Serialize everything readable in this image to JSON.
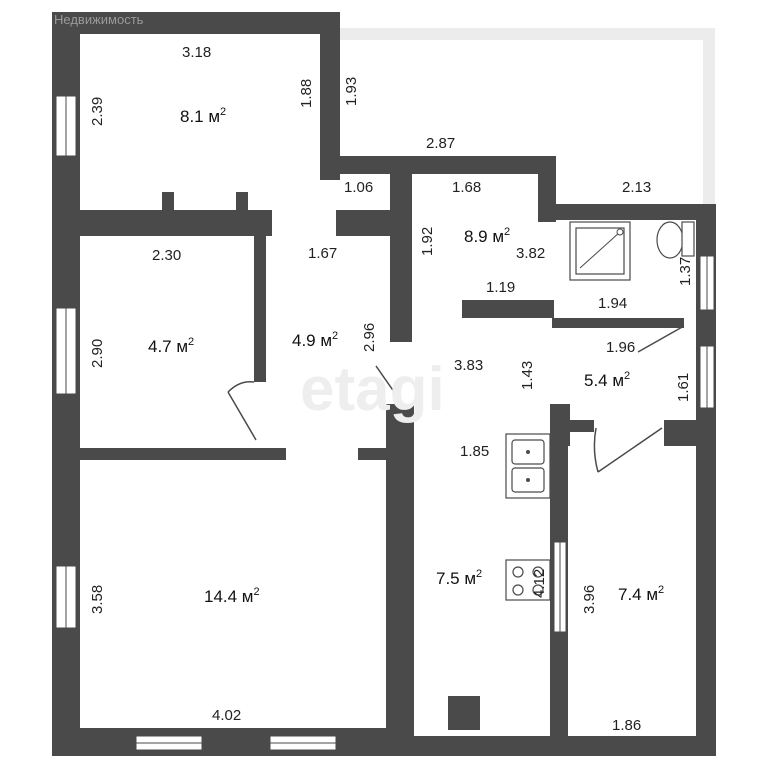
{
  "watermark": {
    "brand": "Недвижимость",
    "center": "etagi"
  },
  "rooms": {
    "room_top_left": {
      "area": "8.1 м",
      "unit_sup": "2"
    },
    "room_mid_left": {
      "area": "4.7 м",
      "unit_sup": "2"
    },
    "corridor": {
      "area": "4.9 м",
      "unit_sup": "2"
    },
    "bathroom": {
      "area": "8.9 м",
      "unit_sup": "2"
    },
    "hall": {
      "area": "5.4 м",
      "unit_sup": "2"
    },
    "living": {
      "area": "14.4 м",
      "unit_sup": "2"
    },
    "kitchen": {
      "area": "7.5 м",
      "unit_sup": "2"
    },
    "right_room": {
      "area": "7.4 м",
      "unit_sup": "2"
    }
  },
  "dimensions": {
    "d_318": "3.18",
    "d_239": "2.39",
    "d_188": "1.88",
    "d_193": "1.93",
    "d_287": "2.87",
    "d_106": "1.06",
    "d_168": "1.68",
    "d_213": "2.13",
    "d_192": "1.92",
    "d_382": "3.82",
    "d_137": "1.37",
    "d_230": "2.30",
    "d_167": "1.67",
    "d_119": "1.19",
    "d_194": "1.94",
    "d_290": "2.90",
    "d_296": "2.96",
    "d_196": "1.96",
    "d_383": "3.83",
    "d_143": "1.43",
    "d_161": "1.61",
    "d_185": "1.85",
    "d_358": "3.58",
    "d_412": "4.12",
    "d_396": "3.96",
    "d_402": "4.02",
    "d_186": "1.86"
  }
}
